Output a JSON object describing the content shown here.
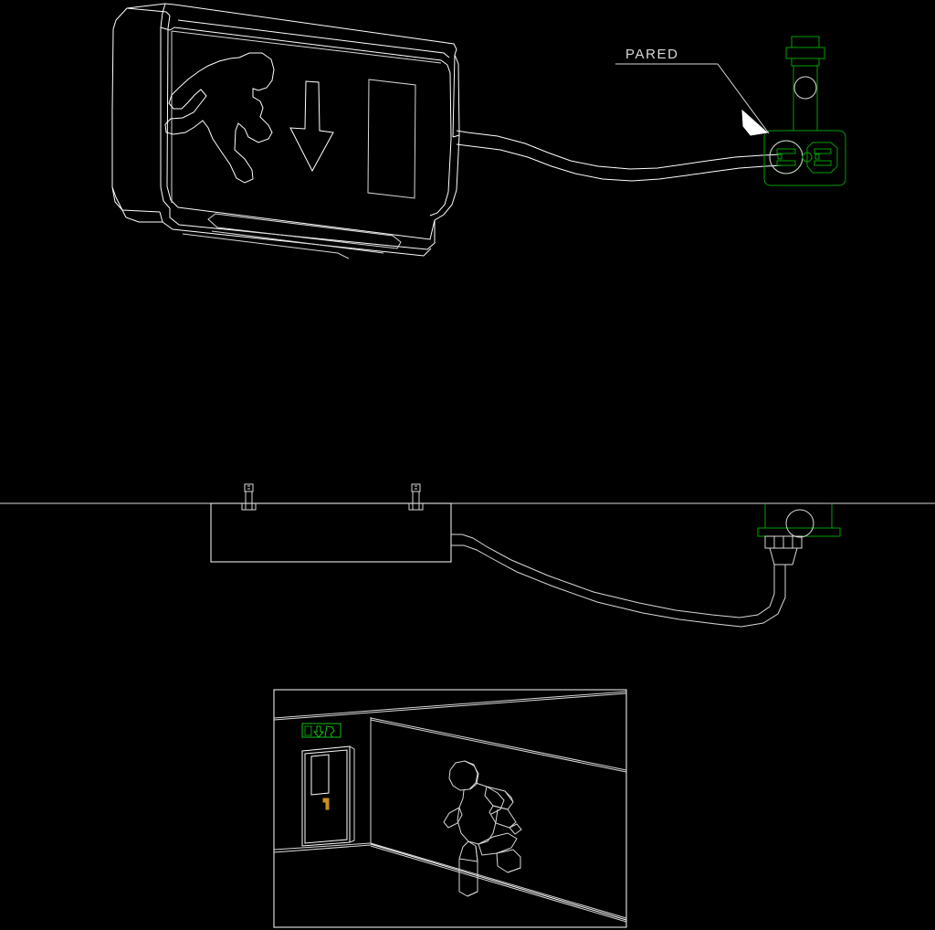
{
  "drawing": {
    "background_color": "#000000",
    "line_color": "#ffffff",
    "accent_color": "#00a000",
    "handle_color": "#c8901c",
    "title": "Emergency Exit Sign - CAD Detail"
  },
  "annotations": {
    "wall_label": "PARED"
  },
  "views": {
    "elevation": {
      "name": "Exit sign 3D view with cord to wall outlet",
      "pictogram": "running-man-and-down-arrow"
    },
    "plan": {
      "name": "Plan / section view of fixture mounted on wall line"
    },
    "perspective": {
      "name": "Corridor perspective with exit sign above door and running person"
    }
  },
  "components": {
    "exit_sign": "exit-sign-fixture",
    "power_cord": "power-cord",
    "wall_outlet": "duplex-wall-outlet",
    "mounting_screws": "mounting-screws",
    "door": "corridor-door",
    "door_handle": "door-handle",
    "running_man": "running-man-figure",
    "wall_line": "wall-reference-line"
  }
}
